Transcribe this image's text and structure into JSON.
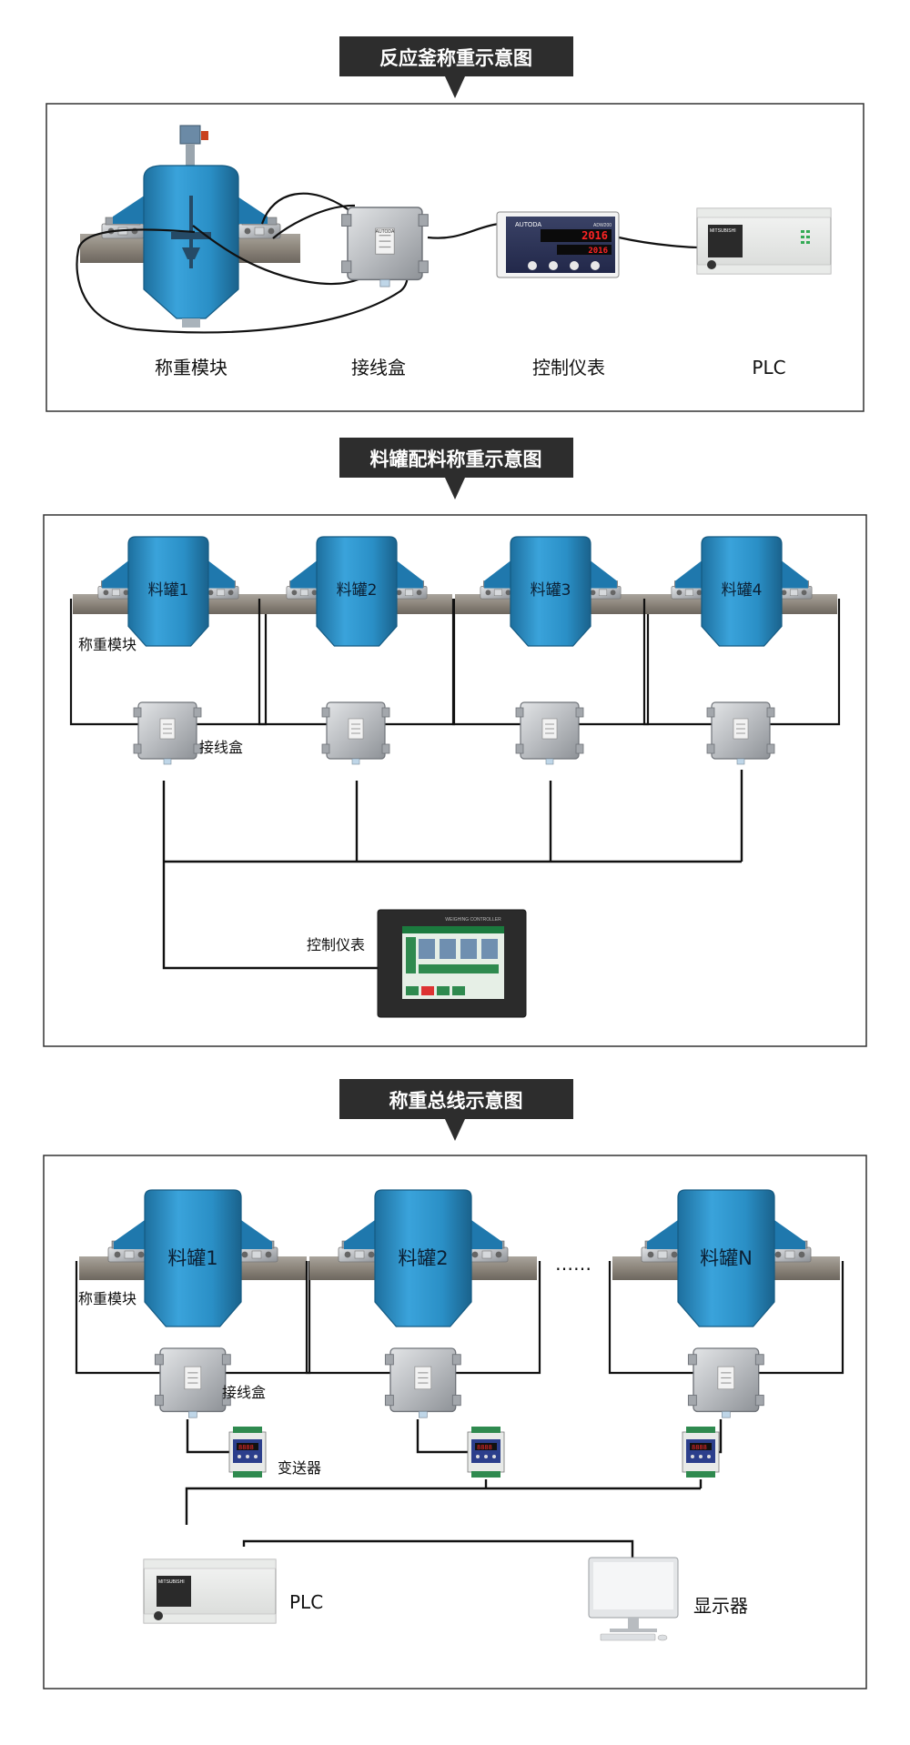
{
  "sections": [
    {
      "title": "反应釜称重示意图",
      "labels": {
        "module": "称重模块",
        "junction": "接线盒",
        "instrument": "控制仪表",
        "plc": "PLC"
      },
      "device_text": {
        "indicator_brand": "AUTODA",
        "indicator_model": "ADW200",
        "display_top": "2016",
        "display_bottom": "2016",
        "plc_brand": "MITSUBISHI",
        "jbox_brand": "AUTODA"
      }
    },
    {
      "title": "料罐配料称重示意图",
      "tanks": [
        "料罐1",
        "料罐2",
        "料罐3",
        "料罐4"
      ],
      "labels": {
        "module": "称重模块",
        "junction": "接线盒",
        "instrument": "控制仪表"
      },
      "device_text": {
        "controller_title": "WEIGHING CONTROLLER"
      }
    },
    {
      "title": "称重总线示意图",
      "tanks": [
        "料罐1",
        "料罐2",
        "料罐N"
      ],
      "ellipsis": "……",
      "labels": {
        "module": "称重模块",
        "junction": "接线盒",
        "transmitter": "变送器",
        "plc": "PLC",
        "display": "显示器"
      },
      "device_text": {
        "plc_brand": "MITSUBISHI"
      }
    }
  ],
  "colors": {
    "tank_blue": "#2a8fc6",
    "tank_dark": "#1d6f9e",
    "title_bg": "#2d2d2d",
    "frame": "#333333"
  }
}
